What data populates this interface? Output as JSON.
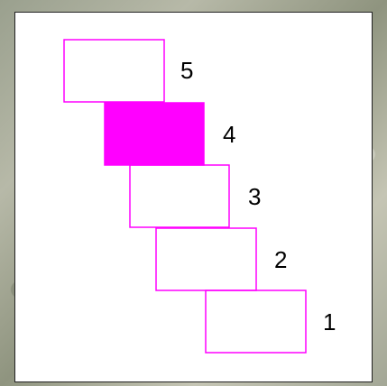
{
  "colors": {
    "outline": "#ff00ff",
    "filled": "#ff00ff",
    "panel": "#ffffff"
  },
  "blocks": [
    {
      "label": "5",
      "filled": false
    },
    {
      "label": "4",
      "filled": true
    },
    {
      "label": "3",
      "filled": false
    },
    {
      "label": "2",
      "filled": false
    },
    {
      "label": "1",
      "filled": false
    }
  ]
}
